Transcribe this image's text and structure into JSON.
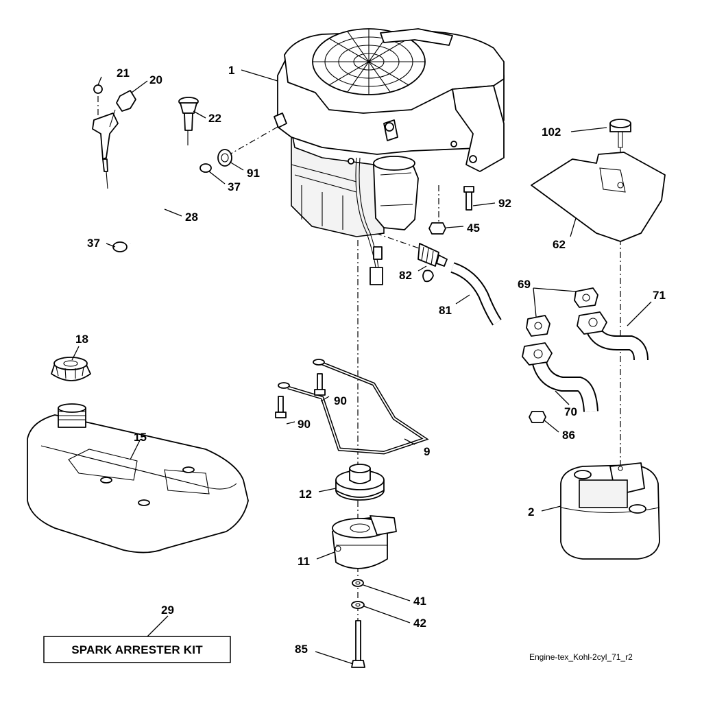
{
  "drawing_id": "Engine-tex_Kohl-2cyl_71_r2",
  "kit_box": {
    "number": "29",
    "label": "SPARK ARRESTER KIT"
  },
  "callouts": {
    "p1": "1",
    "p2": "2",
    "p9": "9",
    "p11": "11",
    "p12": "12",
    "p15": "15",
    "p18": "18",
    "p20": "20",
    "p21": "21",
    "p22": "22",
    "p28": "28",
    "p37a": "37",
    "p37b": "37",
    "p41": "41",
    "p42": "42",
    "p45": "45",
    "p62": "62",
    "p69": "69",
    "p70": "70",
    "p71": "71",
    "p81": "81",
    "p82": "82",
    "p85": "85",
    "p86": "86",
    "p90a": "90",
    "p90b": "90",
    "p91": "91",
    "p92": "92",
    "p102": "102"
  }
}
